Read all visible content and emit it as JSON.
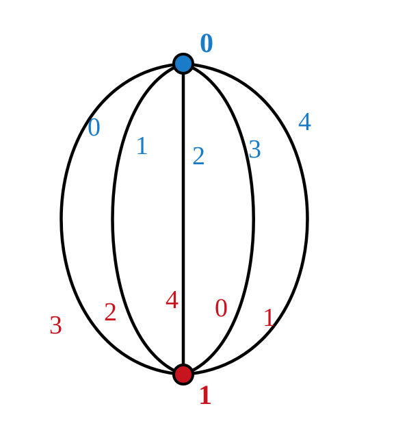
{
  "colors": {
    "top": "#1a7cc8",
    "bottom": "#c8141e",
    "edge": "#000000"
  },
  "vertices": {
    "top": {
      "label": "0",
      "color_key": "top"
    },
    "bottom": {
      "label": "1",
      "color_key": "bottom"
    }
  },
  "edges": [
    {
      "id": "outer-left",
      "top_label": "0",
      "bottom_label": "3"
    },
    {
      "id": "inner-left",
      "top_label": "1",
      "bottom_label": "2"
    },
    {
      "id": "center",
      "top_label": "2",
      "bottom_label": "4"
    },
    {
      "id": "inner-right",
      "top_label": "3",
      "bottom_label": "0"
    },
    {
      "id": "outer-right",
      "top_label": "4",
      "bottom_label": "1"
    }
  ]
}
